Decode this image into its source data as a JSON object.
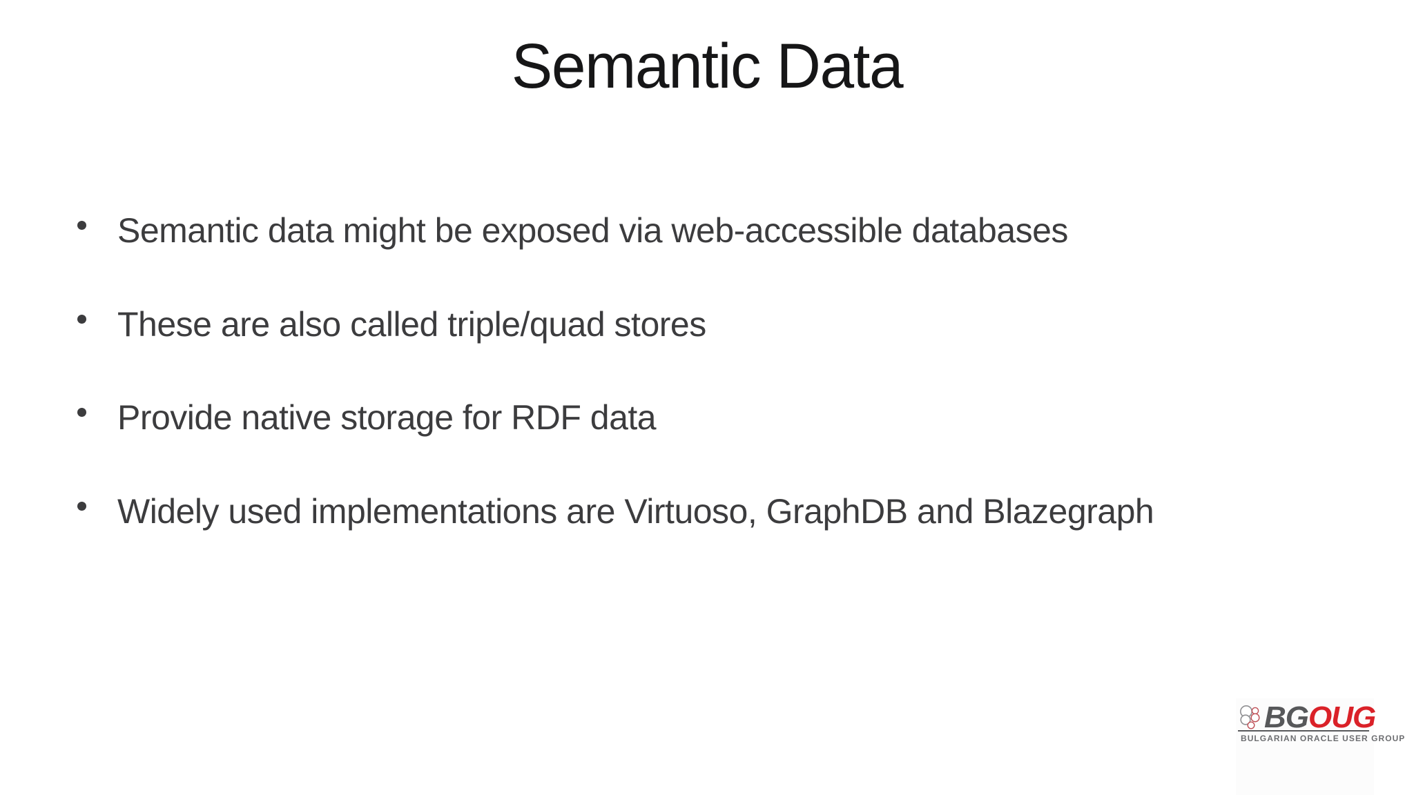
{
  "slide": {
    "title": "Semantic Data",
    "bullets": [
      "Semantic data might be exposed via web-accessible databases",
      "These are also called triple/quad stores",
      "Provide native storage for RDF data",
      "Widely used implementations are Virtuoso, GraphDB and Blazegraph"
    ]
  },
  "logo": {
    "text_bg": "BG",
    "text_oug": "OUG",
    "tagline": "BULGARIAN ORACLE USER GROUP",
    "icon": "database-cylinders-icon",
    "colors": {
      "bg_letters": "#57585a",
      "oug_letters": "#da2128",
      "tagline": "#6d6e71",
      "rule": "#58595b",
      "icon_gray_outline": "#8f8f92",
      "icon_red_outline": "#bf4e55"
    }
  },
  "page": {
    "background": "#ffffff",
    "title_color": "#161617",
    "body_text_color": "#3c3c3e"
  }
}
